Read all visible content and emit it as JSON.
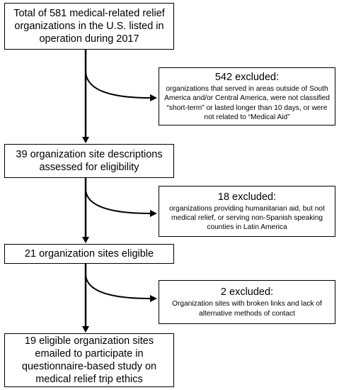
{
  "flowchart": {
    "steps": [
      {
        "text": "Total of 581 medical-related relief organizations in the U.S. listed in operation during 2017"
      },
      {
        "text": "39 organization site descriptions assessed for eligibility"
      },
      {
        "text": "21 organization sites eligible"
      },
      {
        "text": "19 eligible organization sites emailed to participate in questionnaire-based study on medical relief trip ethics"
      }
    ],
    "exclusions": [
      {
        "title": "542 excluded:",
        "description": "organizations that served in areas outside of South America and/or Central America,  were not classified “short-term” or lasted longer than 10 days, or were not related to “Medical Aid”"
      },
      {
        "title": "18 excluded:",
        "description": "organizations providing humanitarian aid, but not medical relief, or serving non-Spanish speaking counties in Latin America"
      },
      {
        "title": "2 excluded:",
        "description": "Organization sites with broken links and lack of alternative methods of contact"
      }
    ]
  }
}
